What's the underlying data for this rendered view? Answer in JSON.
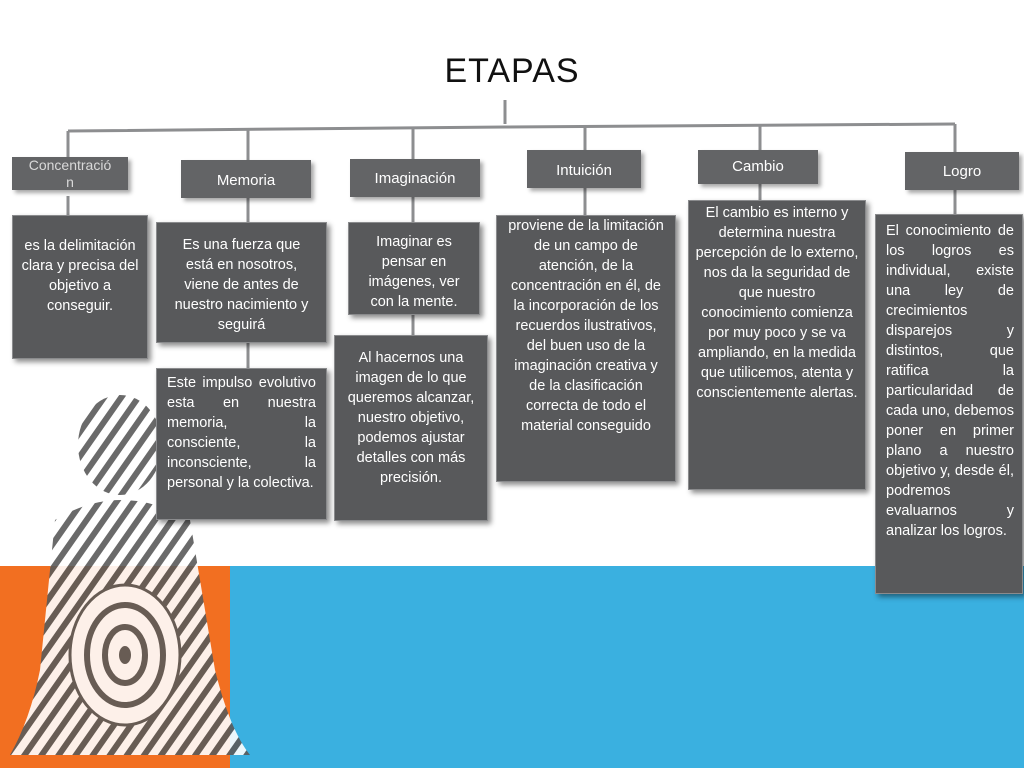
{
  "title": "ETAPAS",
  "stages": [
    {
      "header": "Concentració\nn",
      "texts": [
        "es la delimitación clara y precisa del objetivo a conseguir."
      ]
    },
    {
      "header": "Memoria",
      "texts": [
        "Es una fuerza que está en nosotros, viene de antes de nuestro nacimiento y seguirá",
        "Este impulso evolutivo esta en nuestra memoria, la consciente, la inconsciente, la personal y la colectiva."
      ]
    },
    {
      "header": "Imaginación",
      "texts": [
        "Imaginar es pensar en imágenes, ver con la mente.",
        "Al hacernos una imagen de lo que queremos alcanzar, nuestro objetivo, podemos ajustar detalles con más precisión."
      ]
    },
    {
      "header": "Intuición",
      "texts": [
        "proviene de la limitación de un campo de atención, de la concentración en él, de la incorporación de los recuerdos ilustrativos, del buen uso de la imaginación creativa y de la clasificación correcta de todo el material conseguido"
      ]
    },
    {
      "header": "Cambio",
      "texts": [
        "El cambio es interno y determina nuestra percepción de lo externo, nos da la seguridad de que nuestro conocimiento comienza por muy poco y se va ampliando, en la medida que utilicemos, atenta y conscientemente alertas."
      ]
    },
    {
      "header": "Logro",
      "texts": [
        "El conocimiento de los logros es individual, existe una ley de crecimientos disparejos y distintos, que ratifica la particularidad de cada uno, debemos poner en primer plano a nuestro objetivo y, desde él, podremos evaluarnos y analizar los logros."
      ]
    }
  ],
  "colors": {
    "box": "#58595b",
    "header": "#636466",
    "orange": "#f26f21",
    "blue": "#3ab0e0"
  }
}
